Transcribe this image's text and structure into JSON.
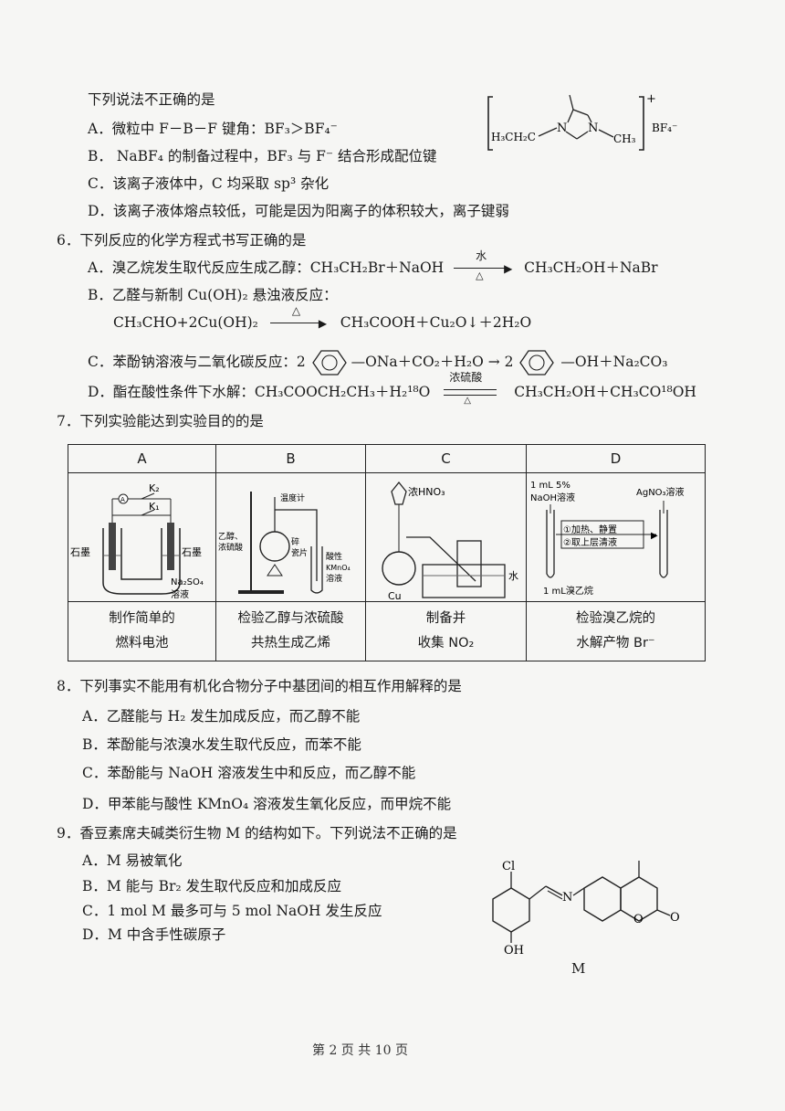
{
  "q5": {
    "stem": "下列说法不正确的是",
    "options": [
      "A．微粒中 F－B－F 键角：BF₃＞BF₄⁻",
      "B． NaBF₄ 的制备过程中，BF₃ 与 F⁻ 结合形成配位键",
      "C．该离子液体中，C 均采取 sp³ 杂化",
      "D．该离子液体熔点较低，可能是因为阳离子的体积较大，离子键弱"
    ],
    "structure": {
      "left_group": "H₃CH₂C",
      "right_group": "CH₃",
      "n1": "N",
      "n2": "N",
      "charge": "+",
      "anion": "BF₄⁻"
    }
  },
  "q6": {
    "stem": "6．下列反应的化学方程式书写正确的是",
    "a_prefix": "A．溴乙烷发生取代反应生成乙醇：CH₃CH₂Br＋NaOH",
    "a_arrow_top": "水",
    "a_arrow_bottom": "△",
    "a_product": "CH₃CH₂OH＋NaBr",
    "b_title": "B．乙醛与新制 Cu(OH)₂ 悬浊液反应：",
    "b_reactant": "CH₃CHO+2Cu(OH)₂",
    "b_arrow_top": "△",
    "b_product": "CH₃COOH＋Cu₂O↓＋2H₂O",
    "c_text1": "C．苯酚钠溶液与二氧化碳反应：2",
    "c_text2": "ONa＋CO₂＋H₂O → 2",
    "c_text3": "OH＋Na₂CO₃",
    "d_prefix": "D．酯在酸性条件下水解：CH₃COOCH₂CH₃＋H₂¹⁸O",
    "d_arrow_top": "浓硫酸",
    "d_arrow_bottom": "△",
    "d_product": "CH₃CH₂OH＋CH₃CO¹⁸OH"
  },
  "q7": {
    "stem": "7．下列实验能达到实验目的的是",
    "headers": [
      "A",
      "B",
      "C",
      "D"
    ],
    "captions": [
      [
        "制作简单的",
        "燃料电池"
      ],
      [
        "检验乙醇与浓硫酸",
        "共热生成乙烯"
      ],
      [
        "制备并",
        "收集 NO₂"
      ],
      [
        "检验溴乙烷的",
        "水解产物 Br⁻"
      ]
    ],
    "fig_a": {
      "k2": "K₂",
      "k1": "K₁",
      "left_electrode": "石墨",
      "right_electrode": "石墨",
      "solution": "Na₂SO₄",
      "solution2": "溶液"
    },
    "fig_b": {
      "thermometer": "温度计",
      "reagent1": "乙醇、",
      "reagent2": "浓硫酸",
      "chips1": "碎",
      "chips2": "瓷片",
      "kmno4_1": "酸性",
      "kmno4_2": "KMnO₄",
      "kmno4_3": "溶液"
    },
    "fig_c": {
      "acid": "浓HNO₃",
      "metal": "Cu",
      "water": "水"
    },
    "fig_d": {
      "naoh1": "1 mL 5%",
      "naoh2": "NaOH溶液",
      "agno3": "AgNO₃溶液",
      "step1": "①加热、静置",
      "step2": "②取上层清液",
      "bromo": "1 mL溴乙烷"
    }
  },
  "q8": {
    "stem": "8．下列事实不能用有机化合物分子中基团间的相互作用解释的是",
    "options": [
      "A．乙醛能与 H₂ 发生加成反应，而乙醇不能",
      "B．苯酚能与浓溴水发生取代反应，而苯不能",
      "C．苯酚能与 NaOH 溶液发生中和反应，而乙醇不能",
      "D．甲苯能与酸性 KMnO₄ 溶液发生氧化反应，而甲烷不能"
    ]
  },
  "q9": {
    "stem": "9．香豆素席夫碱类衍生物 M 的结构如下。下列说法不正确的是",
    "options": [
      "A．M 易被氧化",
      "B．M 能与 Br₂ 发生取代反应和加成反应",
      "C．1 mol M 最多可与 5 mol NaOH 发生反应",
      "D．M 中含手性碳原子"
    ],
    "structure": {
      "cl": "Cl",
      "oh": "OH",
      "n": "N",
      "o_ring": "O",
      "o_keto": "O",
      "name": "M"
    }
  },
  "footer": "第 2 页 共 10 页"
}
